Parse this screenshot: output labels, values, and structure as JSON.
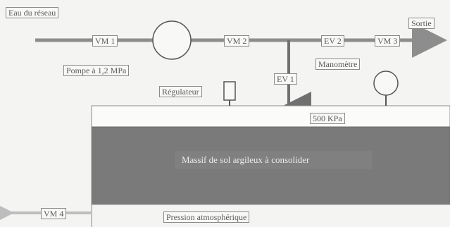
{
  "labels": {
    "eau_du_reseau": "Eau du réseau",
    "vm1": "VM 1",
    "vm2": "VM 2",
    "vm3": "VM 3",
    "vm4": "VM 4",
    "ev1": "EV 1",
    "ev2": "EV 2",
    "sortie": "Sortie",
    "pompe": "Pompe à 1,2 MPa",
    "manometre": "Manomètre",
    "regulateur": "Régulateur",
    "pression_500": "500 KPa",
    "massif": "Massif de sol argileux à consolider",
    "pression_atm": "Pression atmosphérique"
  },
  "colors": {
    "pipe": "#8d8d8d",
    "soil": "#7a7a7a",
    "soil_border": "#6a6a6a",
    "line": "#555555",
    "text": "#5a5a5a"
  }
}
